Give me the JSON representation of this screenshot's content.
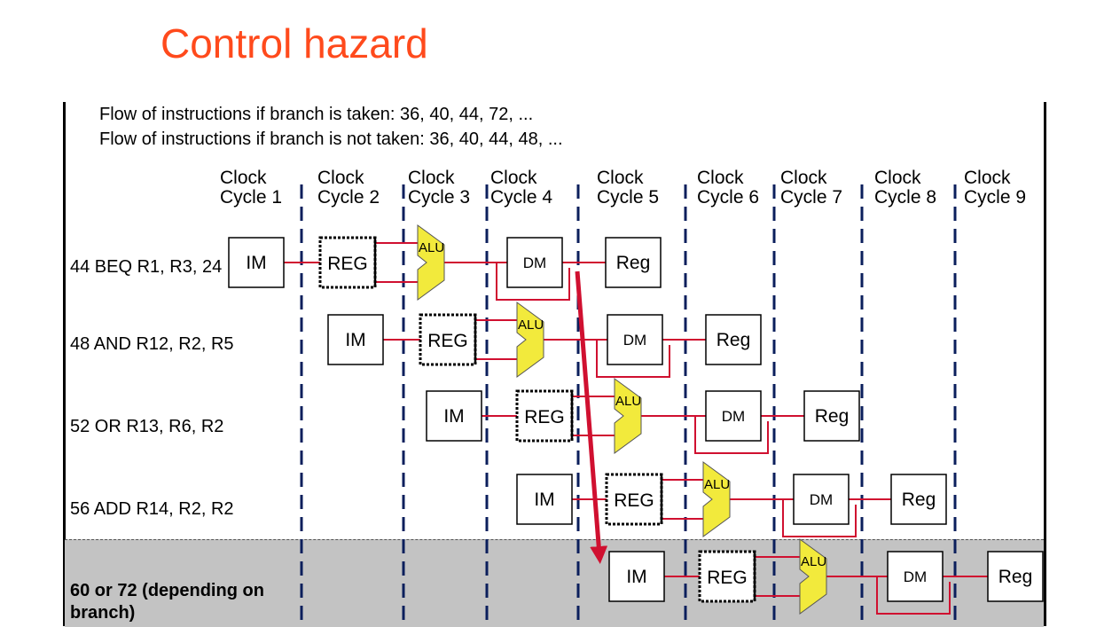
{
  "title": "Control hazard",
  "flow": {
    "taken": "Flow of instructions if branch is taken:   36, 40, 44, 72, ...",
    "not_taken": "Flow of instructions if branch is not taken: 36, 40, 44, 48, ..."
  },
  "clock_cycles": [
    {
      "line1": "Clock",
      "line2": "Cycle 1"
    },
    {
      "line1": "Clock",
      "line2": "Cycle 2"
    },
    {
      "line1": "Clock",
      "line2": "Cycle 3"
    },
    {
      "line1": "Clock",
      "line2": "Cycle 4"
    },
    {
      "line1": "Clock",
      "line2": "Cycle 5"
    },
    {
      "line1": "Clock",
      "line2": "Cycle 6"
    },
    {
      "line1": "Clock",
      "line2": "Cycle 7"
    },
    {
      "line1": "Clock",
      "line2": "Cycle 8"
    },
    {
      "line1": "Clock",
      "line2": "Cycle 9"
    }
  ],
  "instructions": [
    {
      "label": "44 BEQ R1, R3, 24"
    },
    {
      "label": "48 AND  R12, R2, R5"
    },
    {
      "label": "52 OR  R13, R6, R2"
    },
    {
      "label": "56 ADD R14, R2, R2"
    },
    {
      "label_line1": "60 or 72 (depending on",
      "label_line2": "branch)"
    }
  ],
  "stages": {
    "im": "IM",
    "reg": "REG",
    "alu": "ALU",
    "dm": "DM",
    "wb": "Reg"
  },
  "colors": {
    "title": "#ff4a1c",
    "wire": "#d01030",
    "alu_fill": "#f2ea3c",
    "branch_arrow": "#d01030",
    "band": "#c3c3c3"
  }
}
